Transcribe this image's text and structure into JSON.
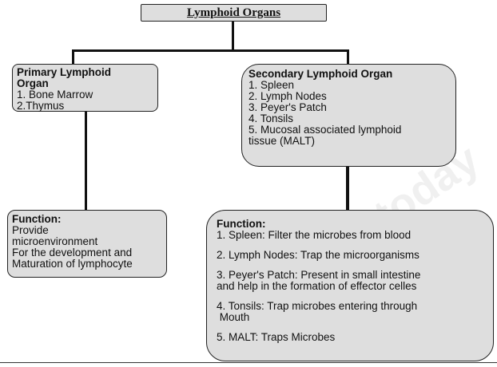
{
  "title": "Lymphoid Organs",
  "primary": {
    "heading": [
      "Primary Lymphoid",
      "Organ"
    ],
    "items": [
      "1. Bone Marrow",
      "2.Thymus"
    ]
  },
  "secondary": {
    "heading": "Secondary Lymphoid Organ",
    "items": [
      "1.  Spleen",
      "2. Lymph Nodes",
      "3. Peyer's Patch",
      "4. Tonsils",
      "5. Mucosal associated lymphoid",
      "tissue (MALT)"
    ]
  },
  "primary_function": {
    "heading": "Function:",
    "lines": [
      "Provide",
      "microenvironment",
      "For the development and",
      "Maturation of lymphocyte"
    ]
  },
  "secondary_function": {
    "heading": "Function:",
    "items": [
      [
        "1.  Spleen:  Filter the microbes from blood"
      ],
      [
        "2.  Lymph Nodes: Trap the microorganisms"
      ],
      [
        "3. Peyer's Patch:  Present in small intestine",
        "and help in the formation of effector celles"
      ],
      [
        "4. Tonsils:  Trap microbes entering through",
        " Mouth"
      ],
      [
        "5.  MALT: Traps Microbes"
      ]
    ]
  },
  "watermark": "studiestoday"
}
